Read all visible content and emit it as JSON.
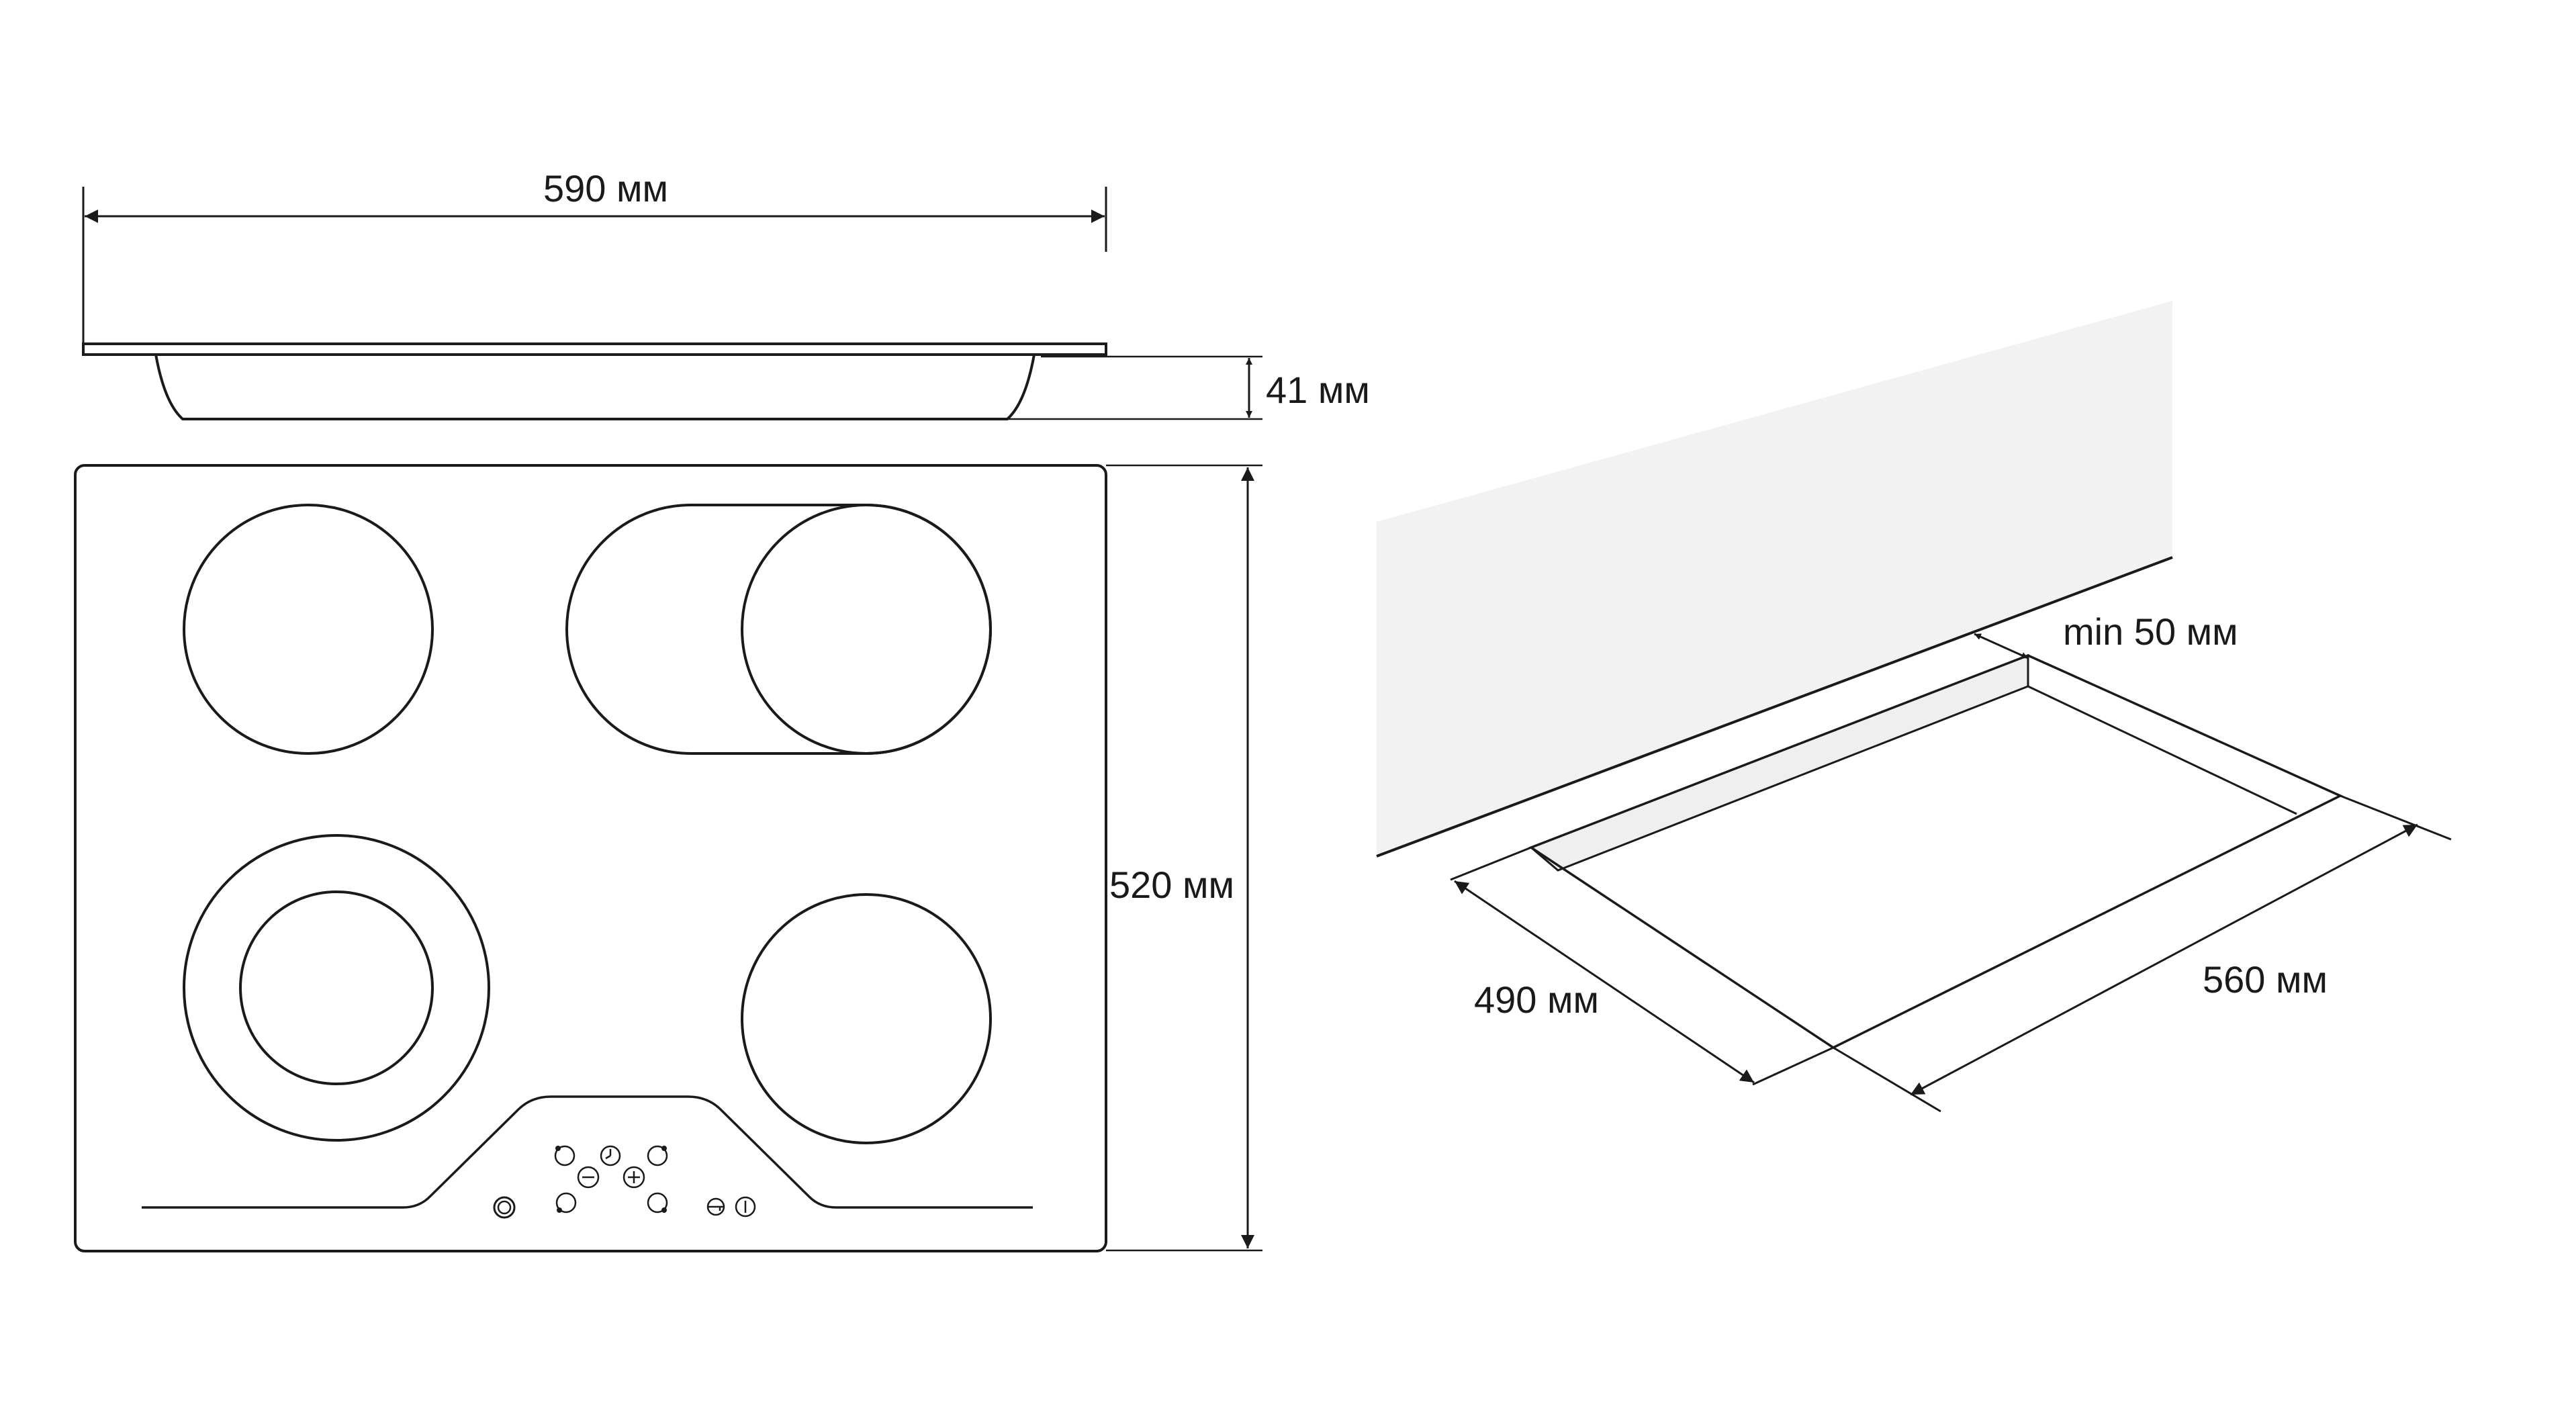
{
  "drawing": {
    "title": "",
    "colors": {
      "line": "#1a1a1a",
      "wall": "#f2f2f2",
      "gap": "#efefef",
      "background": "#ffffff"
    }
  },
  "dimensions": {
    "width": "590 мм",
    "depth": "520 мм",
    "height": "41 мм",
    "min_wall_gap": "min 50 мм",
    "cutout_depth": "490 мм",
    "cutout_width": "560 мм"
  },
  "control_panel": {
    "icons": [
      "power-icon",
      "lock-icon",
      "timer-icon",
      "minus-icon",
      "plus-icon",
      "zone-select-icon",
      "booster-icon"
    ]
  }
}
